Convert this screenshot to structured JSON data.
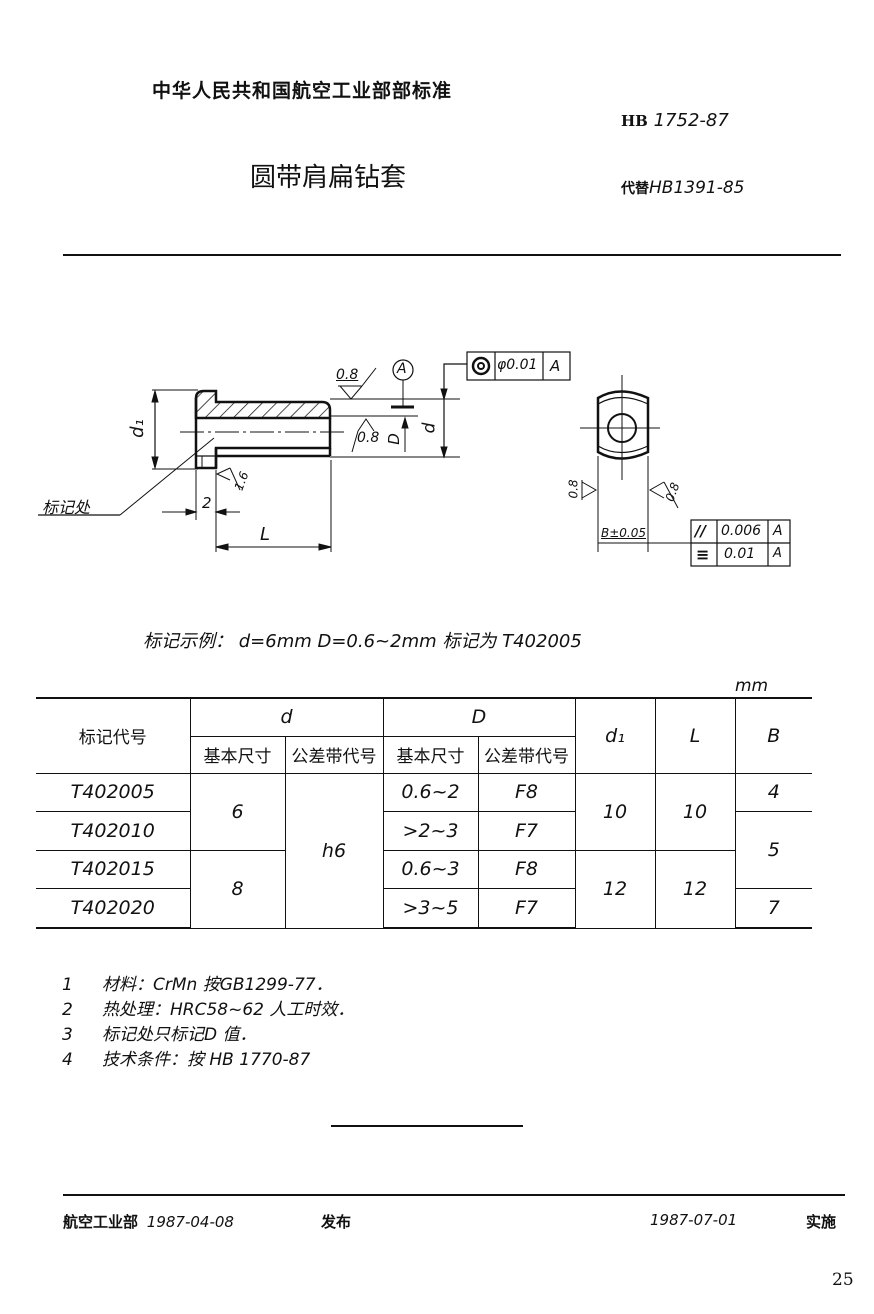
{
  "header": {
    "organization": "中华人民共和国航空工业部部标准",
    "standard_prefix": "HB",
    "standard_number": "1752-87",
    "title": "圆带肩扁钻套",
    "replaces_prefix": "代替",
    "replaces": "HB1391-85"
  },
  "drawing": {
    "labels": {
      "d1": "d₁",
      "d": "d",
      "D": "D",
      "L": "L",
      "dim_2": "2",
      "marking_location": "标记处",
      "datum": "A",
      "roughness_top": "0.8",
      "roughness_bore": "0.8",
      "roughness_shoulder": "1.6",
      "roughness_left_side": "0.8",
      "roughness_right_side": "0.8",
      "width_tolerance": "B±0.05"
    },
    "concentricity_frame": {
      "symbol": "◎",
      "tolerance": "φ0.01",
      "datum": "A"
    },
    "side_frames": [
      {
        "symbol": "//",
        "tolerance": "0.006",
        "datum": "A"
      },
      {
        "symbol": "≡",
        "tolerance": "0.01",
        "datum": "A"
      }
    ]
  },
  "example": {
    "prefix": "标记示例：",
    "text": "d=6mm  D=0.6~2mm 标记为 T402005"
  },
  "table": {
    "unit": "mm",
    "headers": {
      "code": "标记代号",
      "d_group": "d",
      "D_group": "D",
      "basic_size": "基本尺寸",
      "tolerance_code": "公差带代号",
      "d1": "d₁",
      "L": "L",
      "B": "B"
    },
    "rows": [
      {
        "code": "T402005",
        "d_basic": "6",
        "d_tol": "h6",
        "D_basic": "0.6~2",
        "D_tol": "F8",
        "d1": "10",
        "L": "10",
        "B": "4"
      },
      {
        "code": "T402010",
        "d_basic": "6",
        "d_tol": "h6",
        "D_basic": ">2~3",
        "D_tol": "F7",
        "d1": "10",
        "L": "10",
        "B": "5"
      },
      {
        "code": "T402015",
        "d_basic": "8",
        "d_tol": "h6",
        "D_basic": "0.6~3",
        "D_tol": "F8",
        "d1": "12",
        "L": "12",
        "B": "5"
      },
      {
        "code": "T402020",
        "d_basic": "8",
        "d_tol": "h6",
        "D_basic": ">3~5",
        "D_tol": "F7",
        "d1": "12",
        "L": "12",
        "B": "7"
      }
    ]
  },
  "notes": [
    {
      "num": "1",
      "text": "材料：CrMn 按GB1299-77．"
    },
    {
      "num": "2",
      "text": "热处理：HRC58~62  人工时效．"
    },
    {
      "num": "3",
      "text": "标记处只标记D 值．"
    },
    {
      "num": "4",
      "text": "技术条件：按 HB 1770-87"
    }
  ],
  "footer": {
    "issuer": "航空工业部",
    "issue_date": "1987-04-08",
    "issue_label": "发布",
    "effective_date": "1987-07-01",
    "effective_label": "实施",
    "page_number": "25"
  }
}
